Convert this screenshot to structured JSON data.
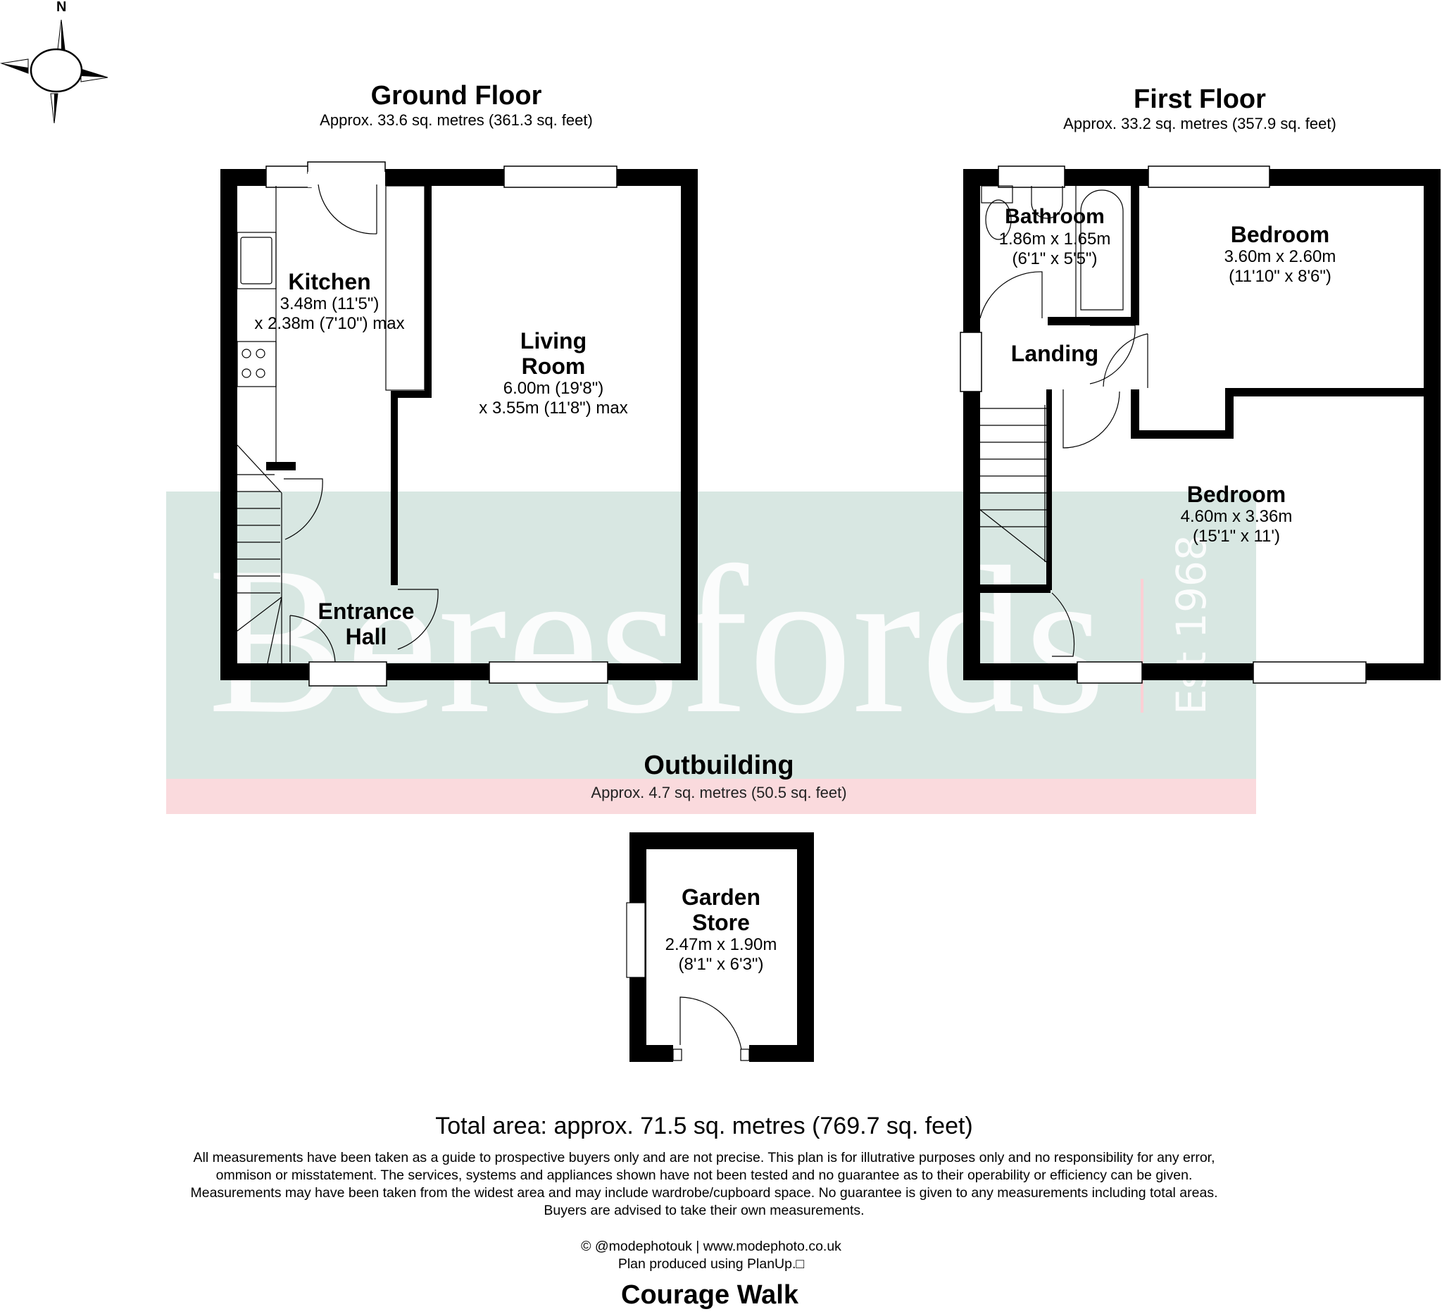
{
  "compass": {
    "north_label": "N",
    "icon": "compass-rose-icon"
  },
  "floors": [
    {
      "title": "Ground Floor",
      "area": "Approx. 33.6 sq. metres (361.3 sq. feet)"
    },
    {
      "title": "First Floor",
      "area": "Approx. 33.2 sq. metres (357.9 sq. feet)"
    },
    {
      "title": "Outbuilding",
      "area": "Approx. 4.7 sq. metres (50.5 sq. feet)"
    }
  ],
  "rooms": {
    "kitchen": {
      "name": "Kitchen",
      "dim1": "3.48m (11'5\")",
      "dim2": "x 2.38m (7'10\") max"
    },
    "living_room": {
      "name1": "Living",
      "name2": "Room",
      "dim1": "6.00m (19'8\")",
      "dim2": "x 3.55m (11'8\") max"
    },
    "entrance_hall": {
      "name1": "Entrance",
      "name2": "Hall"
    },
    "bathroom": {
      "name": "Bathroom",
      "dim1": "1.86m x 1.65m",
      "dim2": "(6'1\" x 5'5\")"
    },
    "bedroom_1": {
      "name": "Bedroom",
      "dim1": "3.60m x 2.60m",
      "dim2": "(11'10\" x 8'6\")"
    },
    "landing": {
      "name": "Landing"
    },
    "bedroom_2": {
      "name": "Bedroom",
      "dim1": "4.60m x 3.36m",
      "dim2": "(15'1\" x 11')"
    },
    "garden_store": {
      "name1": "Garden",
      "name2": "Store",
      "dim1": "2.47m x 1.90m",
      "dim2": "(8'1\" x 6'3\")"
    }
  },
  "watermark": {
    "brand": "Beresfords",
    "established": "Est 1968",
    "band_color": "#d8e7e2",
    "pink_color": "#fadadd"
  },
  "footer": {
    "total_area": "Total area: approx. 71.5 sq. metres (769.7 sq. feet)",
    "disclaimer": [
      "All measurements have been taken as a guide to prospective buyers only and are not precise. This plan is for illutrative purposes only and no responsibility for any error,",
      "ommison or misstatement. The services, systems and appliances shown have not been tested and no guarantee as to their operability or efficiency can be given.",
      "Measurements may have been taken from the widest area and may include wardrobe/cupboard space. No guarantee is given to any measurements including total areas.",
      "Buyers are advised to take their own measurements."
    ],
    "credit_line": "© @modephotouk | www.modephoto.co.uk",
    "produced_by": "Plan produced using PlanUp.□",
    "address": "Courage Walk"
  }
}
